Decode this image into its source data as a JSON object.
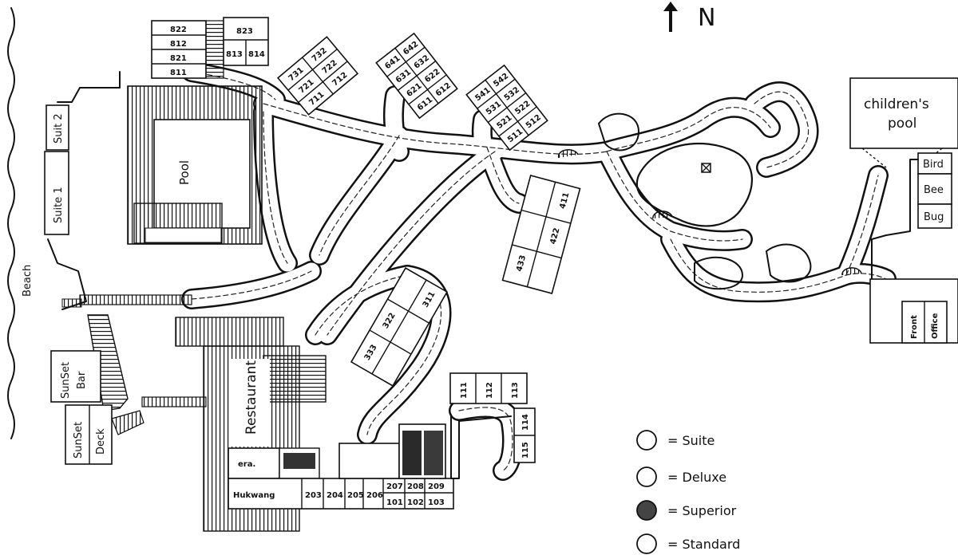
{
  "map": {
    "north_label": "N",
    "areas": {
      "pool": "Pool",
      "childrens_pool_line1": "children's",
      "childrens_pool_line2": "pool",
      "restaurant": "Restaurant",
      "beach": "Beach",
      "suite1": "Suite 1",
      "suite2": "Suit 2",
      "sunset_bar_line1": "SunSet",
      "sunset_bar_line2": "Bar",
      "sunset_deck_line1": "SunSet",
      "sunset_deck_line2": "Deck",
      "front_office_line1": "Front",
      "front_office_line2": "Office",
      "bird": "Bird",
      "bee": "Bee",
      "bug": "Bug",
      "hukwang": "Hukwang",
      "era": "era."
    },
    "rooms": {
      "r822": "822",
      "r812": "812",
      "r821": "821",
      "r811": "811",
      "r823": "823",
      "r813": "813",
      "r814": "814",
      "r731": "731",
      "r732": "732",
      "r721": "721",
      "r722": "722",
      "r711": "711",
      "r712": "712",
      "r641": "641",
      "r642": "642",
      "r631": "631",
      "r632": "632",
      "r621": "621",
      "r622": "622",
      "r611": "611",
      "r612": "612",
      "r541": "541",
      "r542": "542",
      "r531": "531",
      "r532": "532",
      "r521": "521",
      "r522": "522",
      "r511": "511",
      "r512": "512",
      "r411": "411",
      "r422": "422",
      "r433": "433",
      "r311": "311",
      "r322": "322",
      "r333": "333",
      "r111": "111",
      "r112": "112",
      "r113": "113",
      "r114": "114",
      "r115": "115",
      "r203": "203",
      "r204": "204",
      "r205": "205",
      "r206": "206",
      "r207": "207",
      "r208": "208",
      "r209": "209",
      "r101": "101",
      "r102": "102",
      "r103": "103"
    }
  },
  "legend": {
    "items": [
      {
        "label": "= Suite",
        "fill": "#ffffff"
      },
      {
        "label": "= Deluxe",
        "fill": "#ffffff"
      },
      {
        "label": "= Superior",
        "fill": "#444444"
      },
      {
        "label": "= Standard",
        "fill": "#ffffff"
      }
    ]
  }
}
